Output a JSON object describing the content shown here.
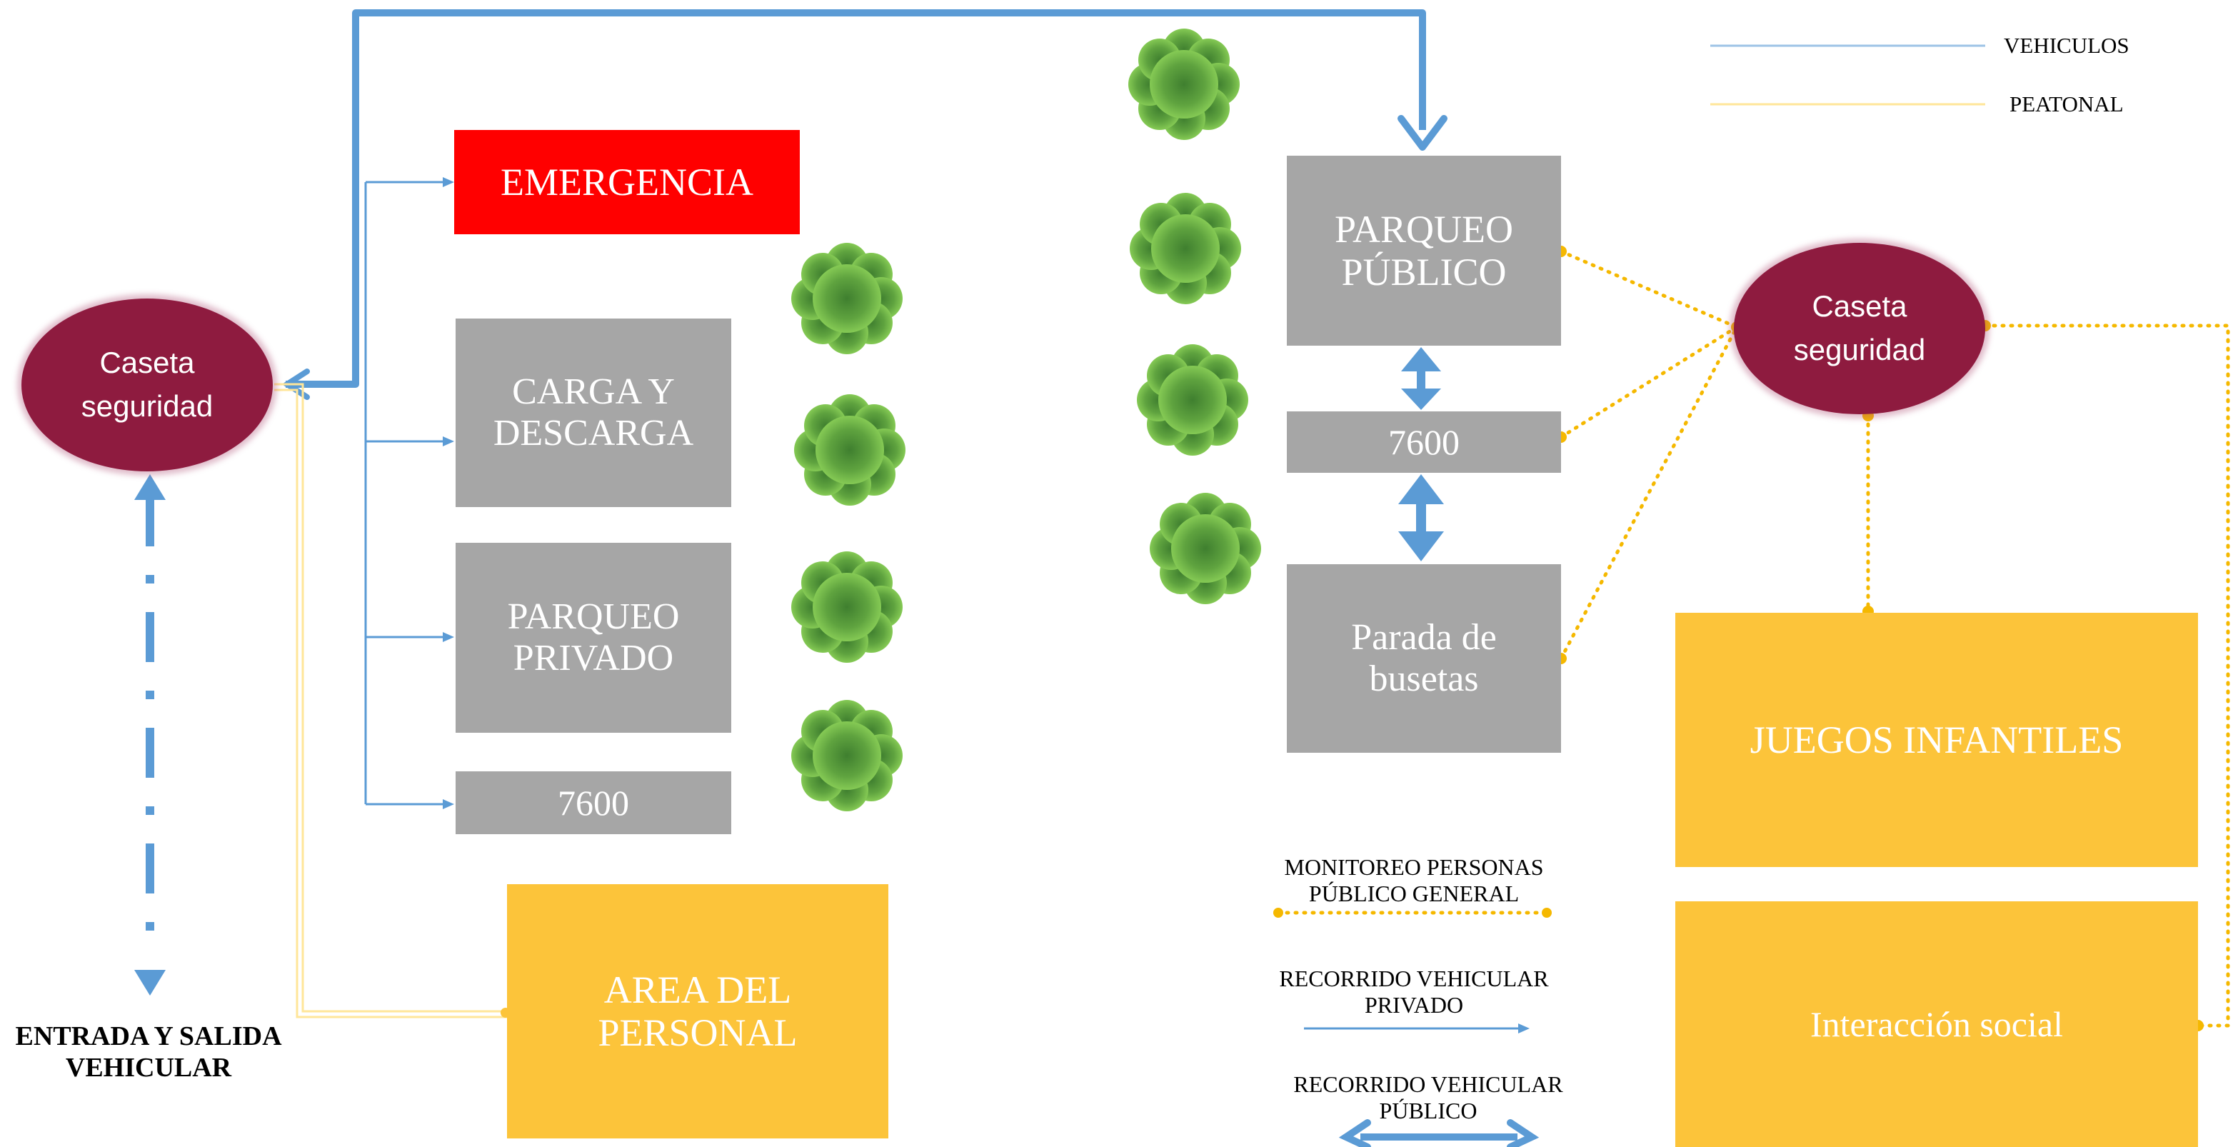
{
  "legend": {
    "vehiculos": "VEHICULOS",
    "peatonal": "PEATONAL",
    "vehiculos_color": "#9dc3e6",
    "peatonal_color": "#ffe699"
  },
  "left": {
    "caseta": "Caseta\nseguridad",
    "emergencia": "EMERGENCIA",
    "carga": "CARGA Y\nDESCARGA",
    "parqueo_privado": "PARQUEO\nPRIVADO",
    "box_7600": "7600",
    "area_personal": "AREA DEL\nPERSONAL",
    "entrada_salida": "ENTRADA Y SALIDA\nVEHICULAR"
  },
  "center": {
    "parqueo_publico": "PARQUEO\nPÚBLICO",
    "box_7600": "7600",
    "parada": "Parada de\nbusetas"
  },
  "right": {
    "caseta": "Caseta\nseguridad",
    "juegos": "JUEGOS INFANTILES",
    "interaccion": "Interacción social"
  },
  "key": {
    "monitoreo": "MONITOREO PERSONAS\nPÚBLICO GENERAL",
    "recorrido_privado": "RECORRIDO VEHICULAR\nPRIVADO",
    "recorrido_publico": "RECORRIDO VEHICULAR\nPÚBLICO"
  },
  "colors": {
    "caseta": "#8e1b3f",
    "gray_box": "#a6a6a6",
    "emergency": "#ff0000",
    "yellow_box": "#fcc43a",
    "vehicle_line": "#5b9bd5",
    "pedestrian_line": "#ffe699",
    "monitor_dots": "#f5b800",
    "tree": "#70ad47"
  }
}
